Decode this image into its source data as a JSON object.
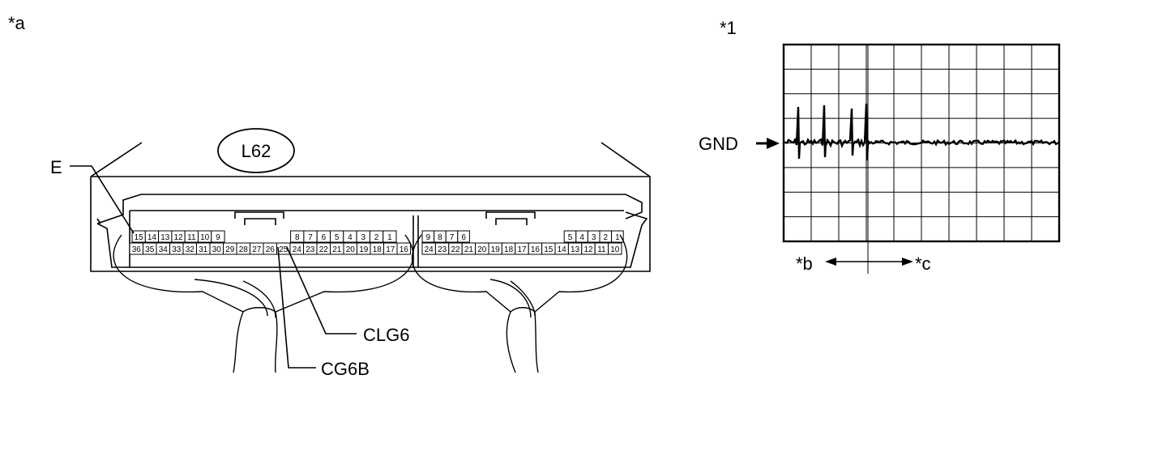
{
  "callouts": {
    "a": "*a",
    "one": "*1",
    "b": "*b",
    "c": "*c"
  },
  "connector": {
    "name": "L62",
    "left_row_top": [
      "15",
      "14",
      "13",
      "12",
      "11",
      "10",
      "9",
      "",
      "",
      "",
      "",
      "",
      "8",
      "7",
      "6",
      "5",
      "4",
      "3",
      "2",
      "1"
    ],
    "left_row_bottom": [
      "36",
      "35",
      "34",
      "33",
      "32",
      "31",
      "30",
      "29",
      "28",
      "27",
      "26",
      "25",
      "24",
      "23",
      "22",
      "21",
      "20",
      "19",
      "18",
      "17",
      "16"
    ],
    "right_row_top": [
      "9",
      "8",
      "7",
      "6",
      "",
      "",
      "",
      "",
      "",
      "",
      "",
      "",
      "5",
      "4",
      "3",
      "2",
      "1"
    ],
    "right_row_bottom": [
      "24",
      "23",
      "22",
      "21",
      "20",
      "19",
      "18",
      "17",
      "16",
      "15",
      "14",
      "13",
      "12",
      "11",
      "10"
    ],
    "labels": {
      "e": "E",
      "clg6": "CLG6",
      "cg6b": "CG6B"
    }
  },
  "waveform": {
    "gnd_label": "GND",
    "grid_columns": 10,
    "grid_rows": 8
  }
}
